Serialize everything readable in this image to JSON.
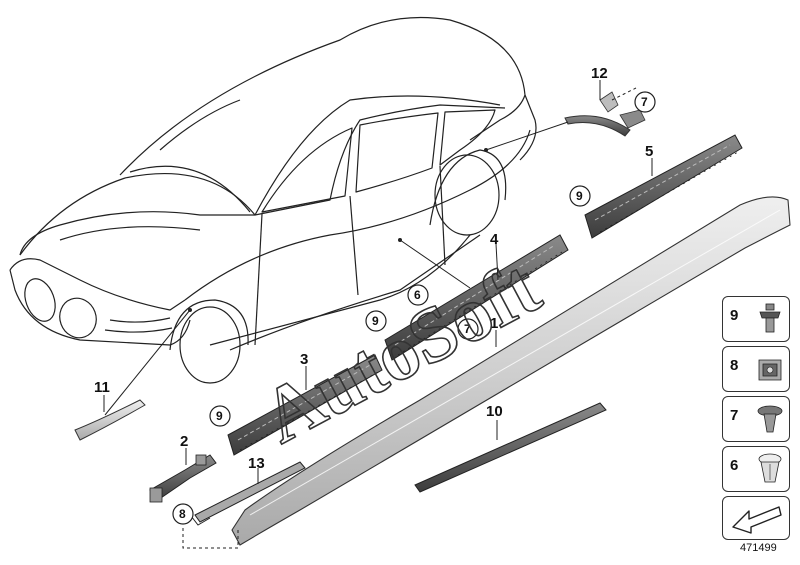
{
  "diagram": {
    "callouts": [
      {
        "id": "c1",
        "text": "1"
      },
      {
        "id": "c2",
        "text": "2"
      },
      {
        "id": "c3",
        "text": "3"
      },
      {
        "id": "c4",
        "text": "4"
      },
      {
        "id": "c5",
        "text": "5"
      },
      {
        "id": "c10",
        "text": "10"
      },
      {
        "id": "c11",
        "text": "11"
      },
      {
        "id": "c12",
        "text": "12"
      },
      {
        "id": "c13",
        "text": "13"
      }
    ],
    "circled_refs": [
      {
        "id": "r7a",
        "text": "7"
      },
      {
        "id": "r9a",
        "text": "9"
      },
      {
        "id": "r6",
        "text": "6"
      },
      {
        "id": "r9b",
        "text": "9"
      },
      {
        "id": "r7b",
        "text": "7"
      },
      {
        "id": "r9c",
        "text": "9"
      },
      {
        "id": "r8",
        "text": "8"
      }
    ],
    "legend": [
      {
        "num": "9",
        "icon": "screw-grommet-icon"
      },
      {
        "num": "8",
        "icon": "clip-nut-icon"
      },
      {
        "num": "7",
        "icon": "expanding-rivet-icon"
      },
      {
        "num": "6",
        "icon": "push-clip-icon"
      }
    ],
    "nav_arrow_icon": "arrow-back-icon",
    "watermark": "AutoSoft",
    "diagram_id": "471499",
    "colors": {
      "line": "#222222",
      "part_dark": "#555555",
      "part_light": "#d8d8d8"
    }
  }
}
